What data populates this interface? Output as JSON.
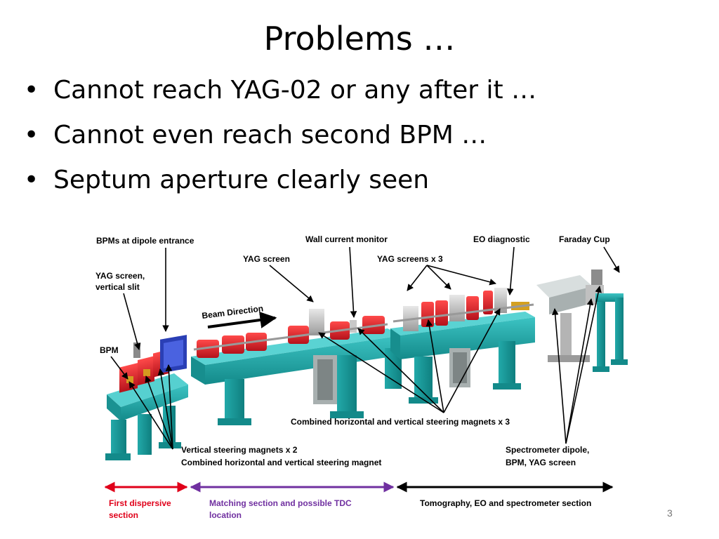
{
  "slide": {
    "title": "Problems …",
    "bullets": [
      "Cannot reach YAG-02 or any after it …",
      "Cannot even reach second BPM …",
      "Septum aperture clearly seen"
    ],
    "number": "3"
  },
  "diagram": {
    "labels": {
      "bpms_dipole": "BPMs at dipole entrance",
      "wall_current": "Wall current monitor",
      "eo_diagnostic": "EO diagnostic",
      "faraday_cup": "Faraday Cup",
      "yag_screen": "YAG screen",
      "yag_screens_x3": "YAG screens x 3",
      "yag_slit_line1": "YAG screen,",
      "yag_slit_line2": "vertical slit",
      "beam_direction": "Beam Direction",
      "bpm": "BPM",
      "combined_steering_x3": "Combined horizontal and vertical  steering  magnets x 3",
      "vertical_steering_line1": "Vertical steering magnets x 2",
      "vertical_steering_line2": "Combined  horizontal and vertical steering magnet",
      "spectrometer_line1": "Spectrometer  dipole,",
      "spectrometer_line2": "BPM, YAG screen"
    },
    "sections": {
      "first_line1": "First dispersive",
      "first_line2": "section",
      "matching_line1": "Matching section and possible TDC",
      "matching_line2": "location",
      "tomography": "Tomography, EO and spectrometer section"
    },
    "colors": {
      "first_section": "#e0001a",
      "matching_section": "#7030a0",
      "tomography_section": "#000000",
      "girder": "#1fa3a3",
      "magnet": "#e8202a",
      "dipole": "#2a3fb5"
    }
  }
}
